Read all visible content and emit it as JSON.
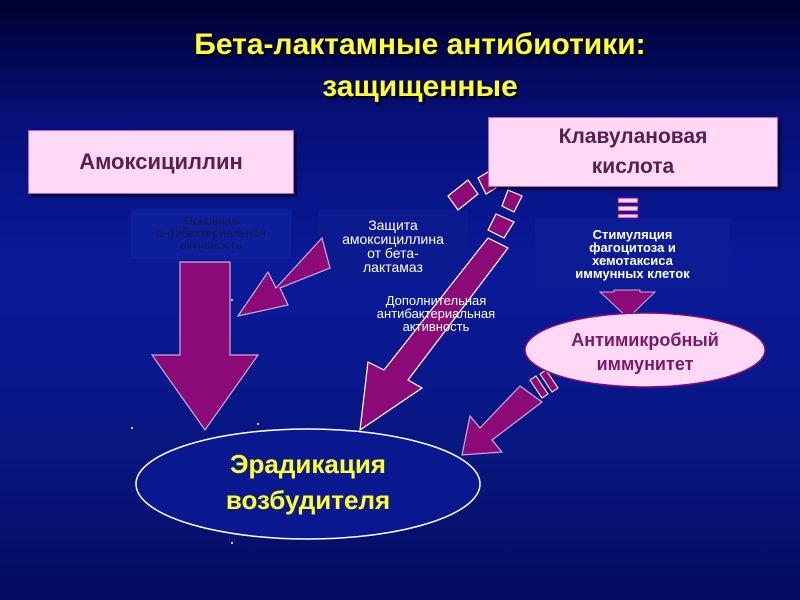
{
  "title_line1": "Бета-лактамные антибиотики:",
  "title_line2": "защищенные",
  "amoxicillin": "Амоксициллин",
  "clavulanic_line1": "Клавулановая",
  "clavulanic_line2": "кислота",
  "basic_activity": [
    "Основная",
    "антибактериальная",
    "активность"
  ],
  "protection": [
    "Защита",
    "амоксициллина",
    "от бета-",
    "лактамаз"
  ],
  "additional_activity": [
    "Дополнительная",
    "антибактериальная",
    "активность"
  ],
  "stimulation": [
    "Стимуляция",
    "фагоцитоза и",
    "хемотаксиса",
    "иммунных клеток"
  ],
  "immunity_line1": "Антимикробный",
  "immunity_line2": "иммунитет",
  "eradication_line1": "Эрадикация",
  "eradication_line2": "возбудителя",
  "colors": {
    "arrow": "#8b0a78",
    "pink_box": "#ffd9f5",
    "title": "#ffff33",
    "background": "#0a1a9a"
  }
}
